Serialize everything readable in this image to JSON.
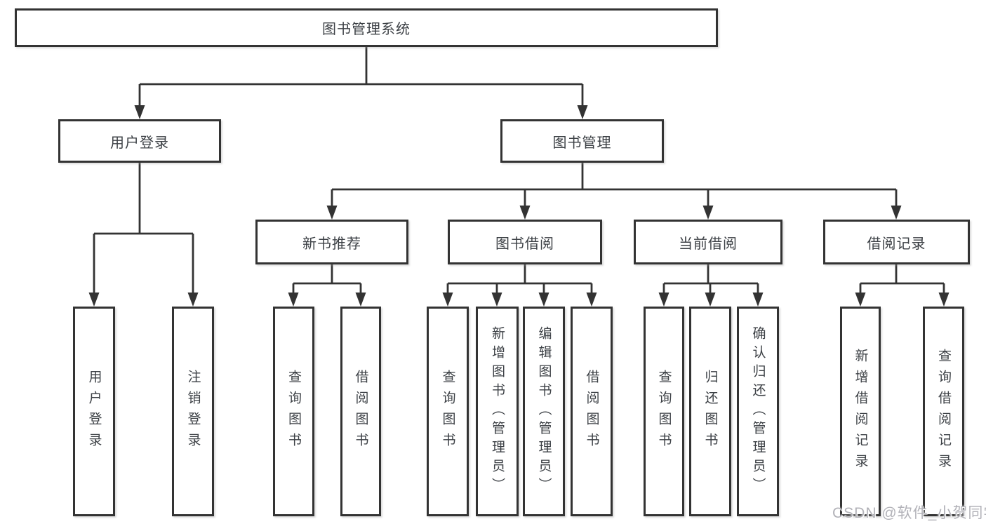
{
  "diagram": {
    "nodes": {
      "root": "图书管理系统",
      "user_login": "用户登录",
      "book_management": "图书管理",
      "new_book_recommend": "新书推荐",
      "book_borrowing": "图书借阅",
      "current_borrowing": "当前借阅",
      "borrow_records": "借阅记录",
      "leaf_user_login": "用户登录",
      "leaf_logout": "注销登录",
      "leaf_nb_query_books": "查询图书",
      "leaf_nb_borrow_books": "借阅图书",
      "leaf_bb_query_books": "查询图书",
      "leaf_bb_add_book_admin": "新增图书（管理员）",
      "leaf_bb_edit_book_admin": "编辑图书（管理员）",
      "leaf_bb_borrow_books": "借阅图书",
      "leaf_cb_query_books": "查询图书",
      "leaf_cb_return_books": "归还图书",
      "leaf_cb_confirm_return_admin": "确认归还（管理员）",
      "leaf_br_add_record": "新增借阅记录",
      "leaf_br_query_record": "查询借阅记录"
    }
  },
  "watermark": {
    "text": "CSDN @软件_小贺同学"
  },
  "colors": {
    "line": "#333333",
    "text": "#3c4045",
    "watermark": "#b2b2b8",
    "background": "#ffffff"
  }
}
